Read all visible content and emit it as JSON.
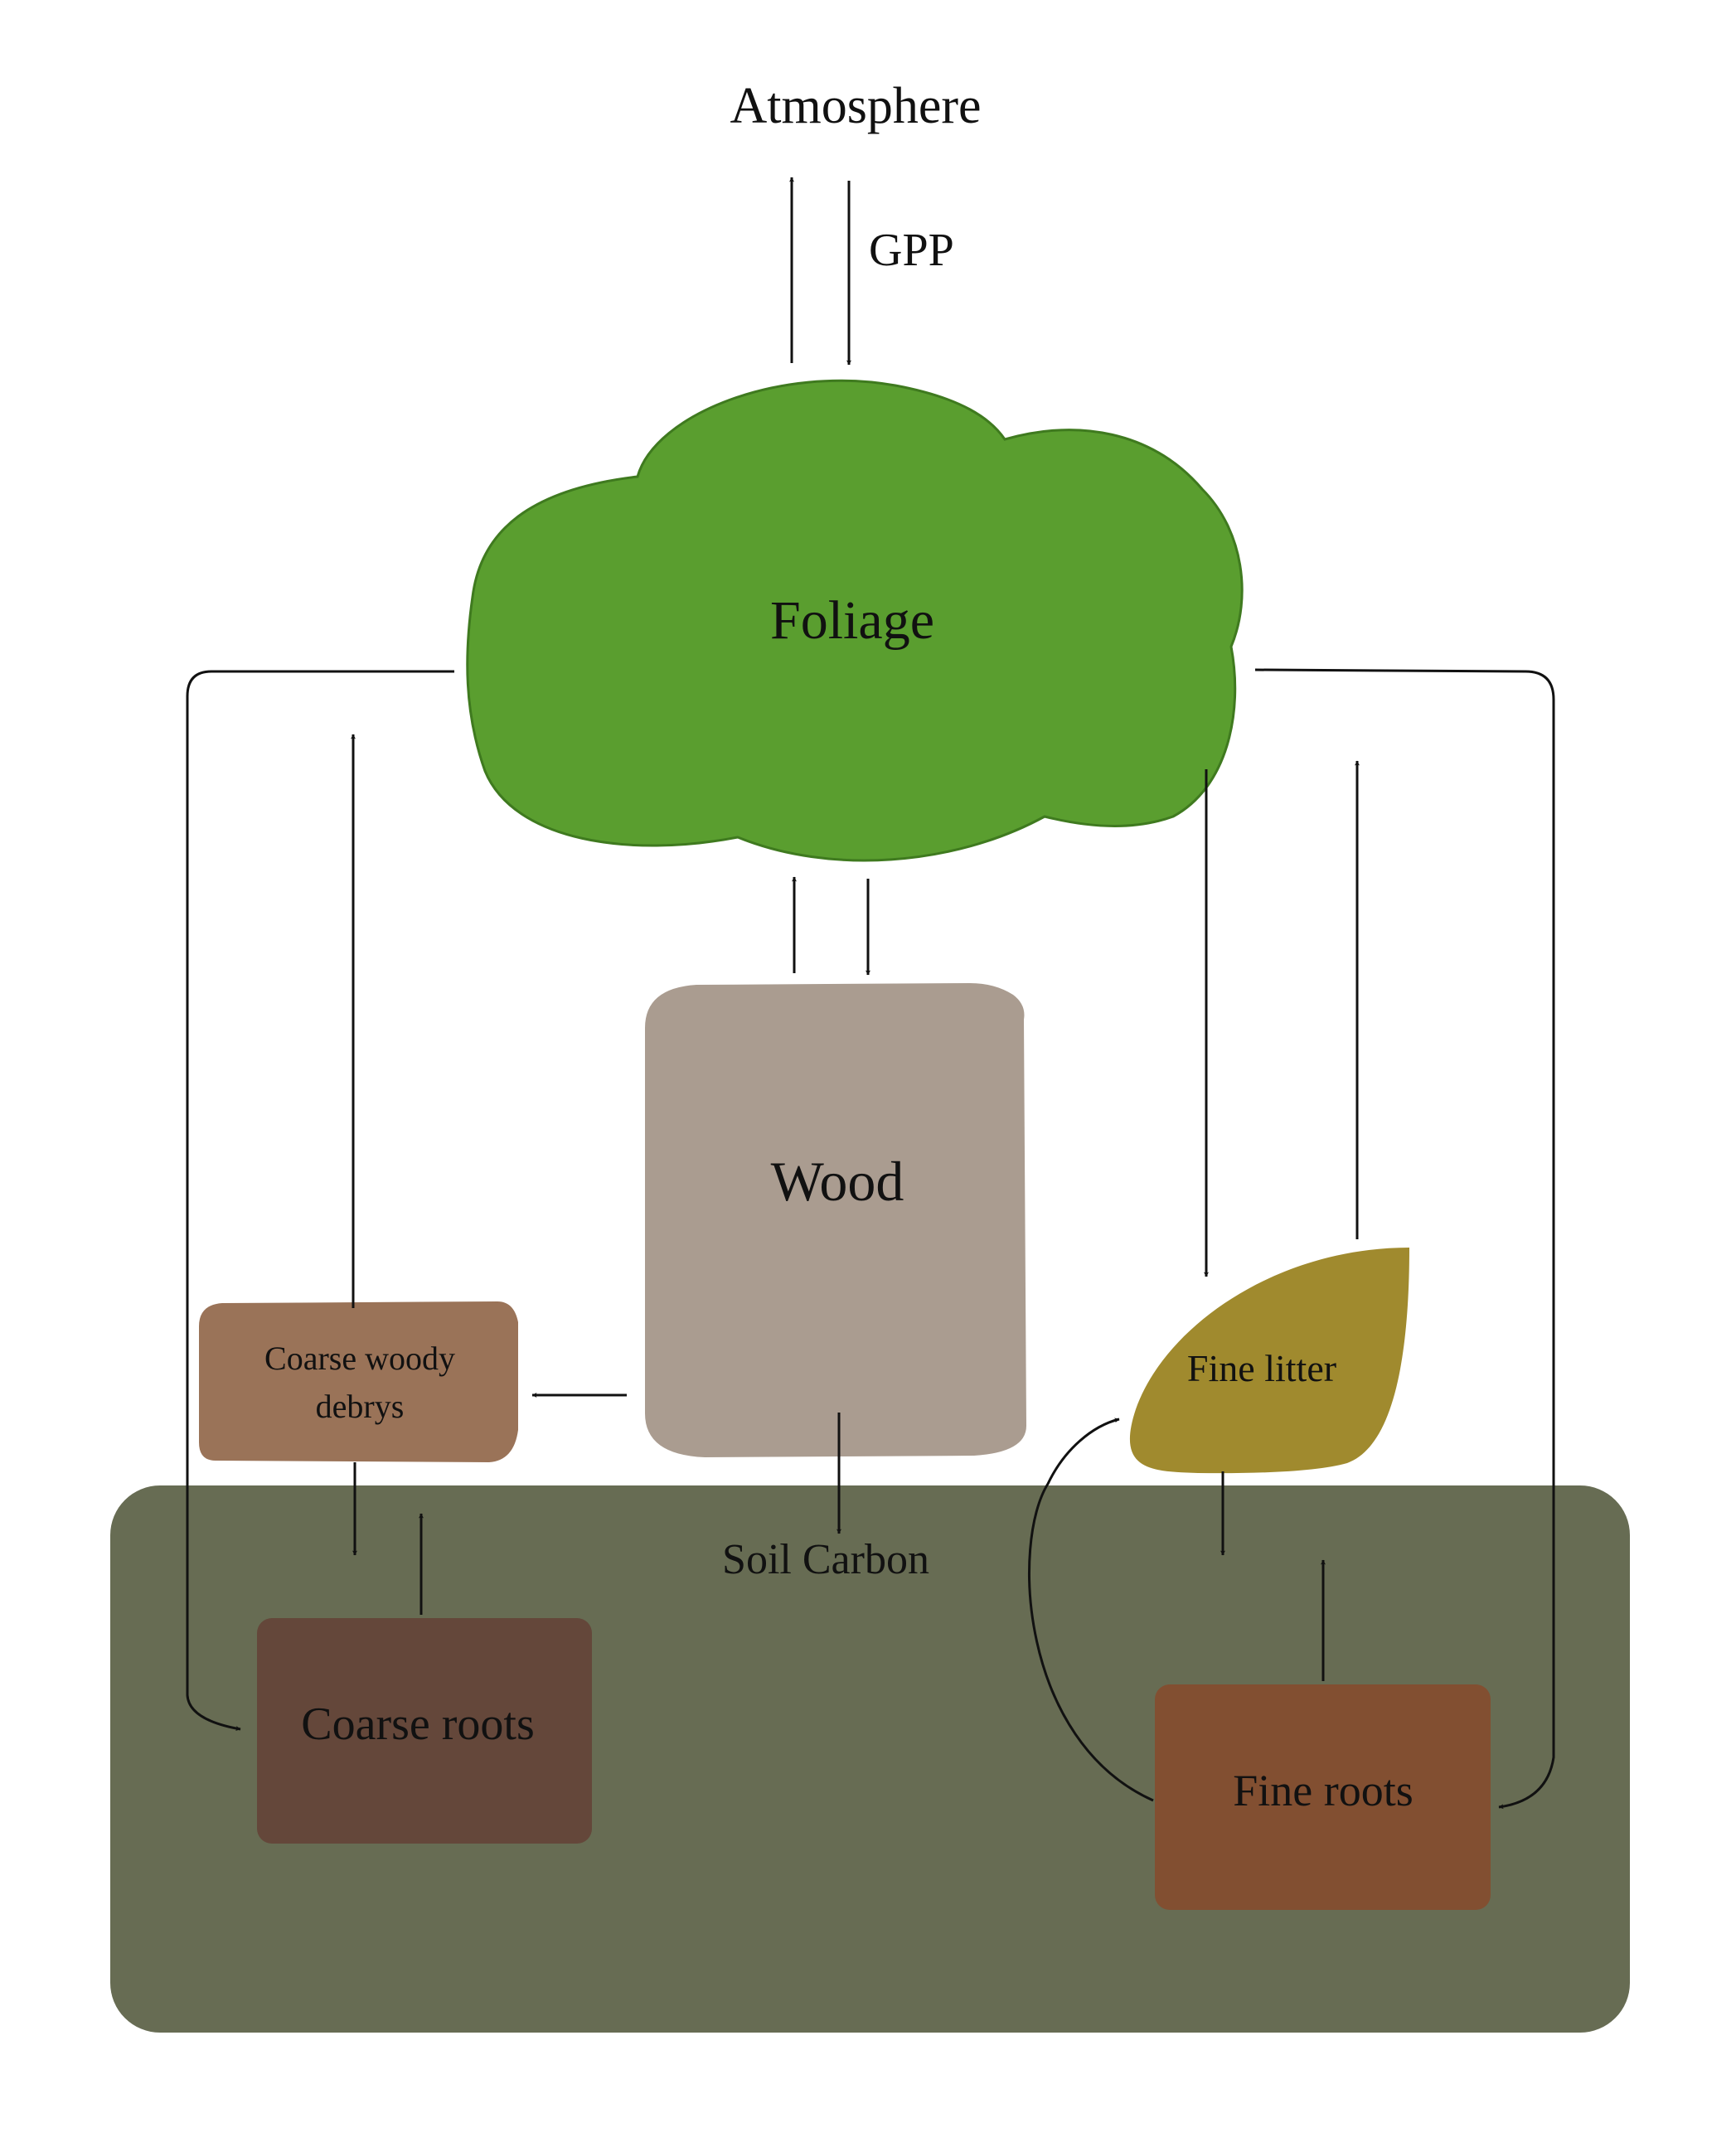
{
  "labels": {
    "atmosphere": "Atmosphere",
    "gpp": "GPP",
    "foliage": "Foliage",
    "wood": "Wood",
    "coarse_woody_debris_line1": "Coarse woody",
    "coarse_woody_debris_line2": "debrys",
    "fine_litter": "Fine litter",
    "soil_carbon": "Soil Carbon",
    "coarse_roots": "Coarse roots",
    "fine_roots": "Fine roots"
  },
  "colors": {
    "foliage": "#5a9e2f",
    "foliage_outline": "#3f7a1f",
    "wood": "#aa9c90",
    "coarse_woody_debris": "#9a7358",
    "fine_litter": "#a08a2e",
    "soil_carbon": "#676c53",
    "coarse_roots": "#64473a",
    "fine_roots": "#824f31",
    "arrows": "#111111"
  }
}
